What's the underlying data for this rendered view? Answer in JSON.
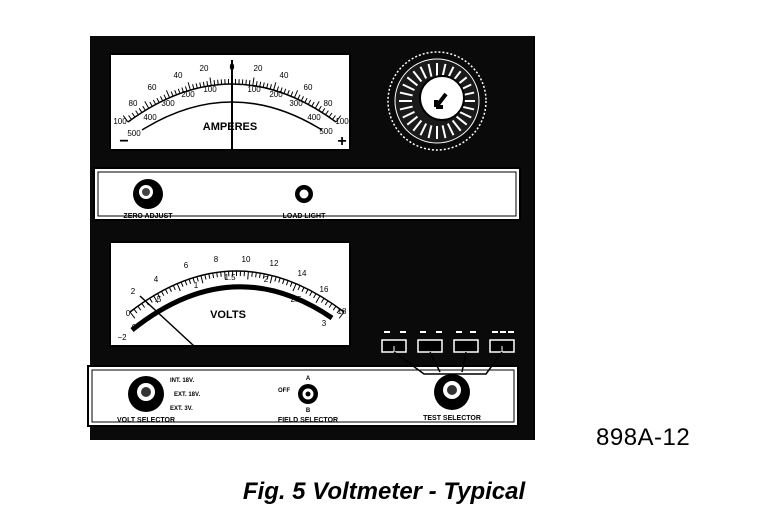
{
  "ammeter": {
    "label": "AMPERES",
    "zero": "0",
    "outer_left": [
      "100",
      "80",
      "60",
      "40",
      "20"
    ],
    "outer_right": [
      "20",
      "40",
      "60",
      "80",
      "100"
    ],
    "inner_left": [
      "500",
      "400",
      "300",
      "200",
      "100"
    ],
    "inner_right": [
      "100",
      "200",
      "300",
      "400",
      "500"
    ],
    "minus": "−",
    "plus": "+"
  },
  "voltmeter": {
    "label": "VOLTS",
    "outer_scale": [
      "2",
      "4",
      "6",
      "8",
      "10",
      "12",
      "14",
      "16",
      "18"
    ],
    "mid_scale": [
      "0",
      ".5",
      "1",
      "1.5",
      "2",
      "2.5",
      "3"
    ],
    "inner_scale": [
      "−2",
      "0"
    ]
  },
  "controls": {
    "zero_adjust": "ZERO ADJUST",
    "load_light": "LOAD LIGHT",
    "volt_selector": "VOLT SELECTOR",
    "volt_positions": [
      "INT. 18V.",
      "EXT. 18V.",
      "EXT. 3V."
    ],
    "field_selector": "FIELD SELECTOR",
    "field_positions": [
      "OFF",
      "A",
      "B"
    ],
    "test_selector": "TEST SELECTOR"
  },
  "figure": {
    "ref_code": "898A-12",
    "caption": "Fig. 5 Voltmeter - Typical"
  }
}
